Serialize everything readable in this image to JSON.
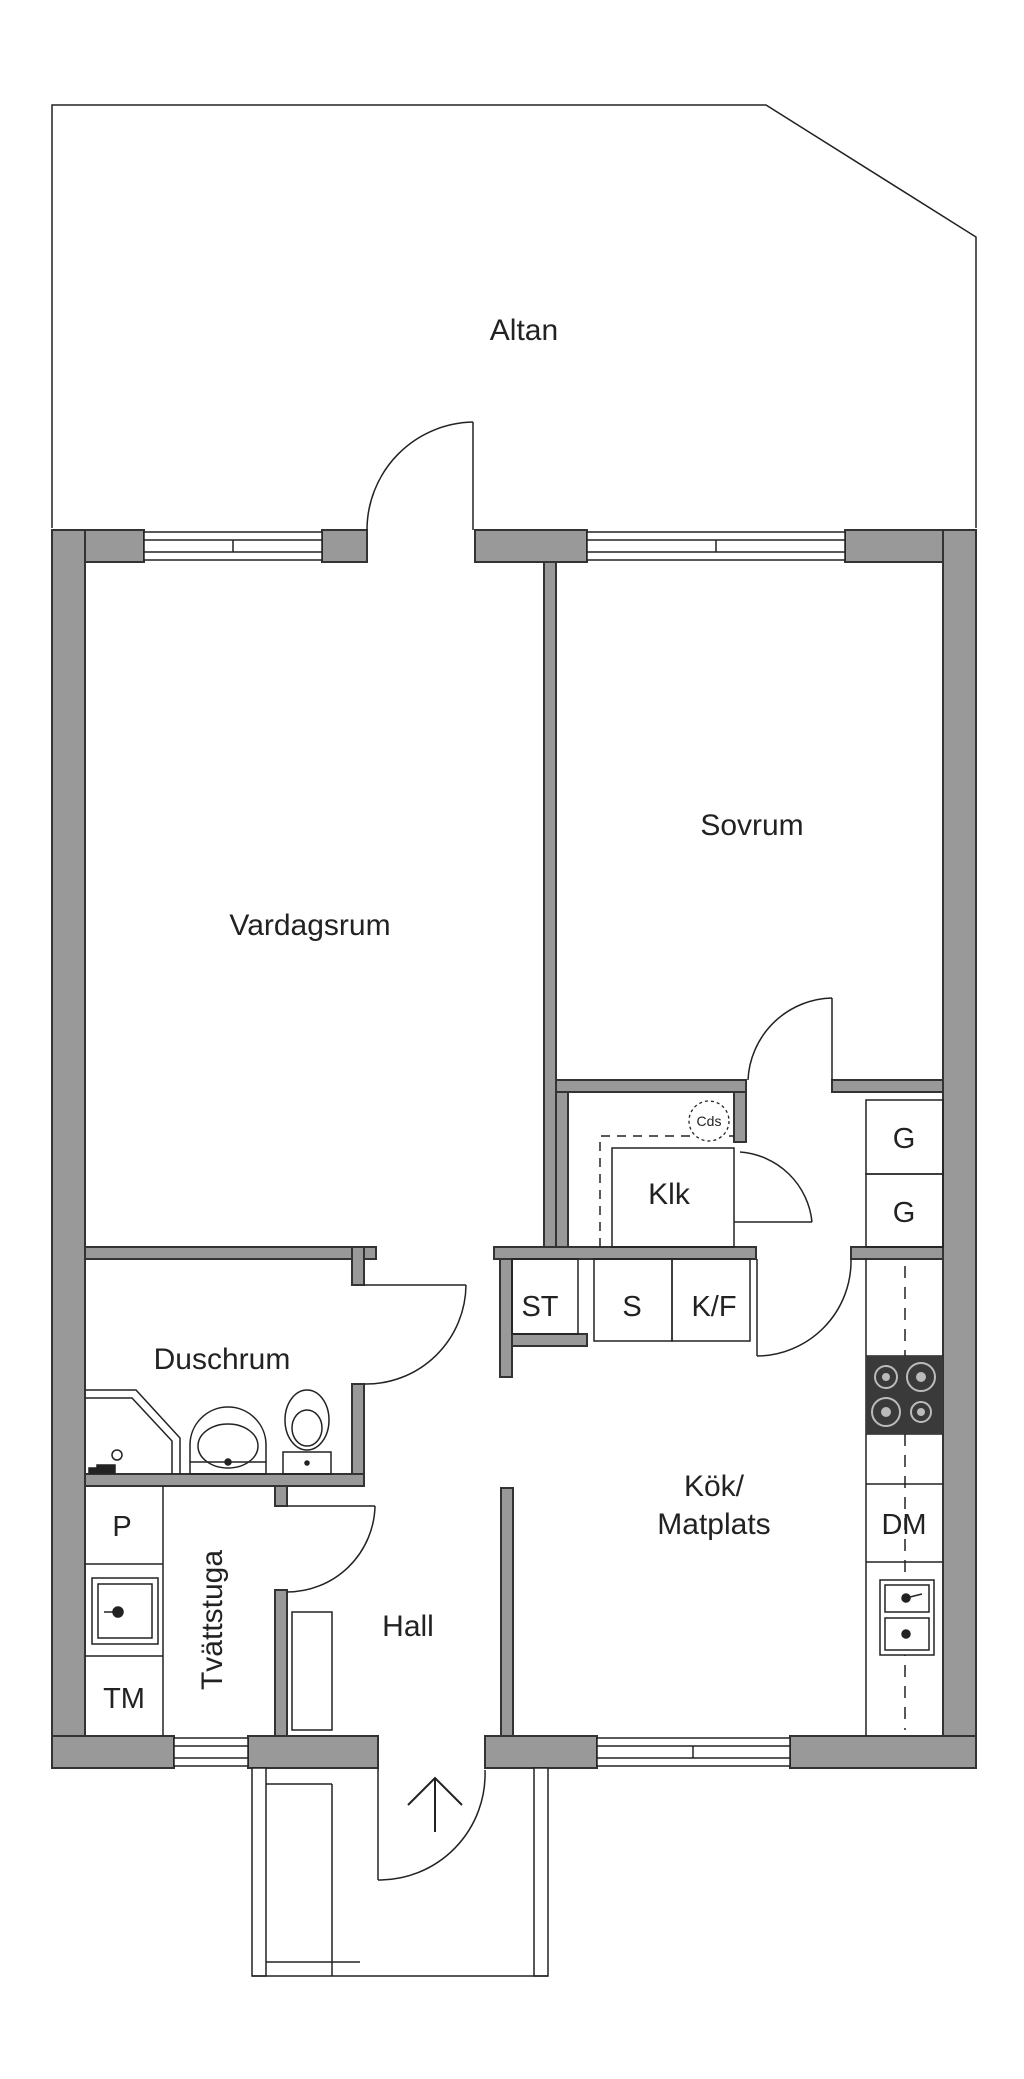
{
  "rooms": {
    "altan": "Altan",
    "vardagsrum": "Vardagsrum",
    "sovrum": "Sovrum",
    "duschrum": "Duschrum",
    "klk": "Klk",
    "kok_line1": "Kök/",
    "kok_line2": "Matplats",
    "hall": "Hall",
    "tvattstuga": "Tvättstuga"
  },
  "fixtures": {
    "g1": "G",
    "g2": "G",
    "st": "ST",
    "s": "S",
    "kf": "K/F",
    "dm": "DM",
    "p": "P",
    "tm": "TM",
    "cds": "Cds"
  },
  "colors": {
    "wall": "#999999",
    "line": "#222222",
    "stove": "#3a3a3a",
    "background": "#ffffff"
  }
}
